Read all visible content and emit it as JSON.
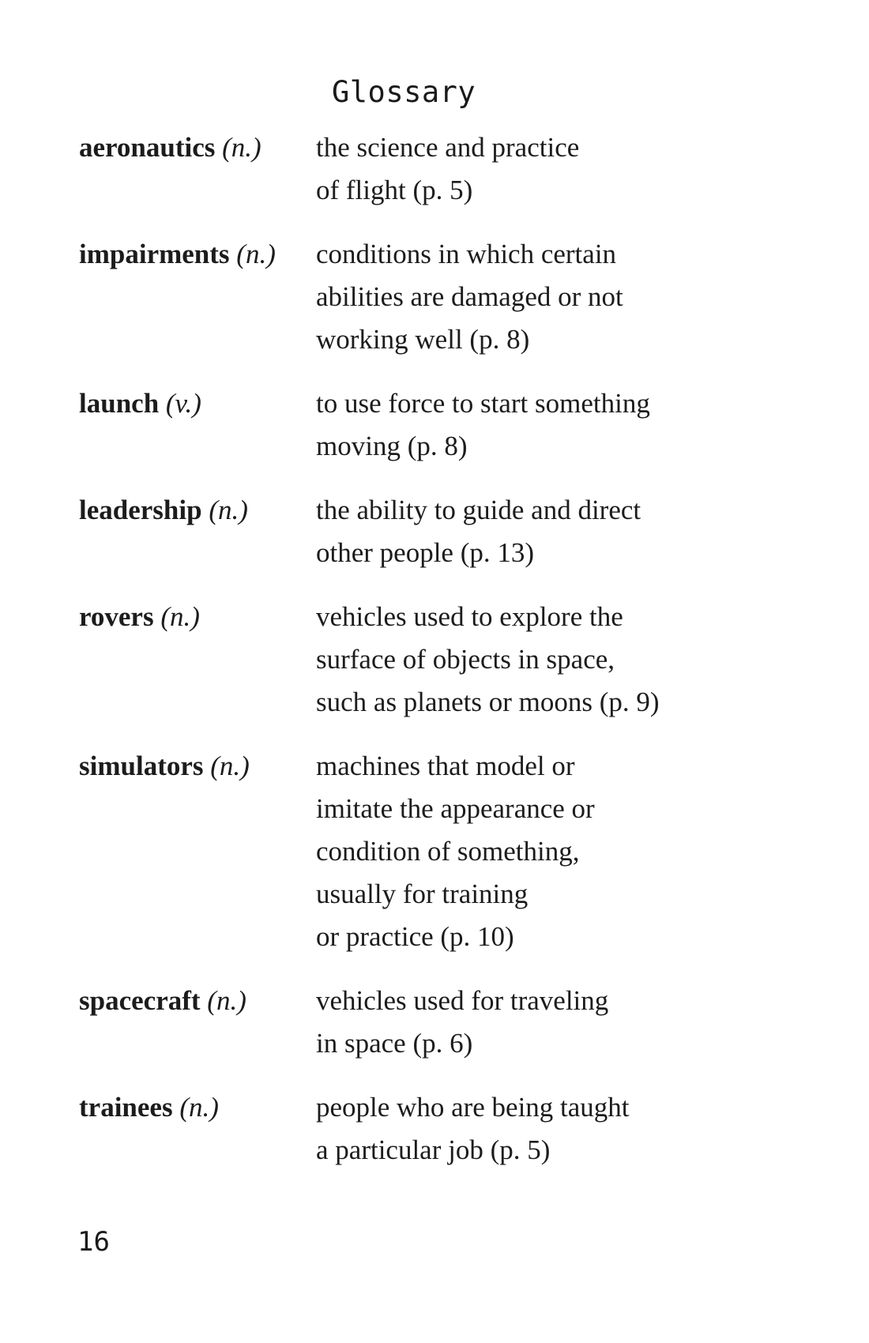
{
  "page_title": "Glossary",
  "entries": [
    {
      "term": "aeronautics",
      "pos": "(n.)",
      "definition_lines": [
        "the science and practice",
        "of flight (p. 5)"
      ]
    },
    {
      "term": "impairments",
      "pos": "(n.)",
      "definition_lines": [
        "conditions in which certain",
        "abilities are damaged or not",
        "working well (p. 8)"
      ]
    },
    {
      "term": "launch",
      "pos": "(v.)",
      "definition_lines": [
        "to use force to start something",
        "moving (p. 8)"
      ]
    },
    {
      "term": "leadership",
      "pos": "(n.)",
      "definition_lines": [
        "the ability to guide and direct",
        "other people (p. 13)"
      ]
    },
    {
      "term": "rovers",
      "pos": "(n.)",
      "definition_lines": [
        "vehicles used to explore the",
        "surface of objects in space,",
        "such as planets or moons (p. 9)"
      ]
    },
    {
      "term": "simulators",
      "pos": "(n.)",
      "definition_lines": [
        "machines that model or",
        "imitate the appearance or",
        "condition of something,",
        "usually for training",
        "or practice (p. 10)"
      ]
    },
    {
      "term": "spacecraft",
      "pos": "(n.)",
      "definition_lines": [
        "vehicles used for traveling",
        "in space (p. 6)"
      ]
    },
    {
      "term": "trainees",
      "pos": "(n.)",
      "definition_lines": [
        "people who are being taught",
        "a particular job (p. 5)"
      ]
    }
  ],
  "page_number": "16"
}
